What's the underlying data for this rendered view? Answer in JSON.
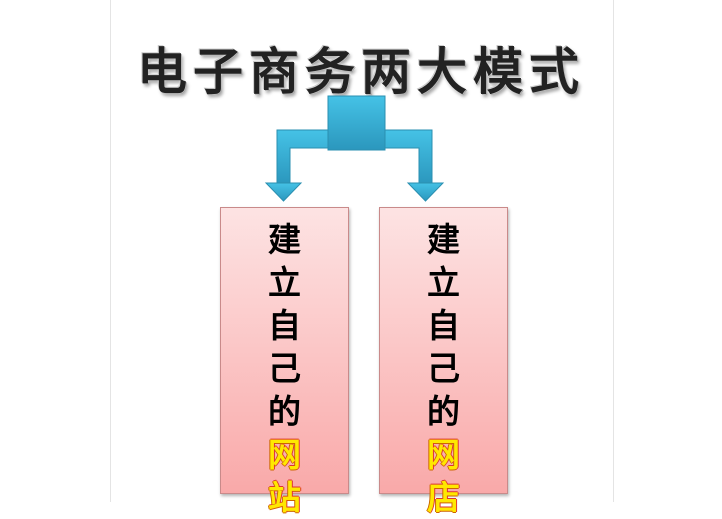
{
  "title": "电子商务两大模式",
  "colors": {
    "connector": "#3bb4d8",
    "box_top": "#fde3e3",
    "box_bottom": "#f9a9a9",
    "highlight": "#ffe800"
  },
  "boxes": [
    {
      "chars": [
        "建",
        "立",
        "自",
        "己",
        "的"
      ],
      "highlight": [
        "网",
        "站"
      ]
    },
    {
      "chars": [
        "建",
        "立",
        "自",
        "己",
        "的"
      ],
      "highlight": [
        "网",
        "店"
      ]
    }
  ]
}
